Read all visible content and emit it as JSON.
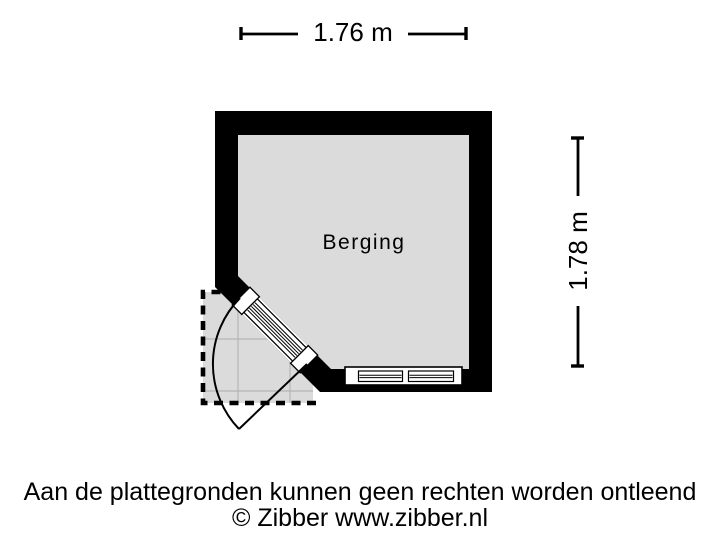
{
  "colors": {
    "wall": "#000000",
    "floor": "#dbdbdb",
    "line": "#000000",
    "grid": "#b5b5b5",
    "label_bg": "#ffffff"
  },
  "room": {
    "name": "Berging"
  },
  "dimensions": {
    "width": "1.76 m",
    "height": "1.78 m"
  },
  "footer": {
    "disclaimer": "Aan de plattegronden kunnen geen rechten worden ontleend",
    "copyright": "© Zibber www.zibber.nl"
  }
}
